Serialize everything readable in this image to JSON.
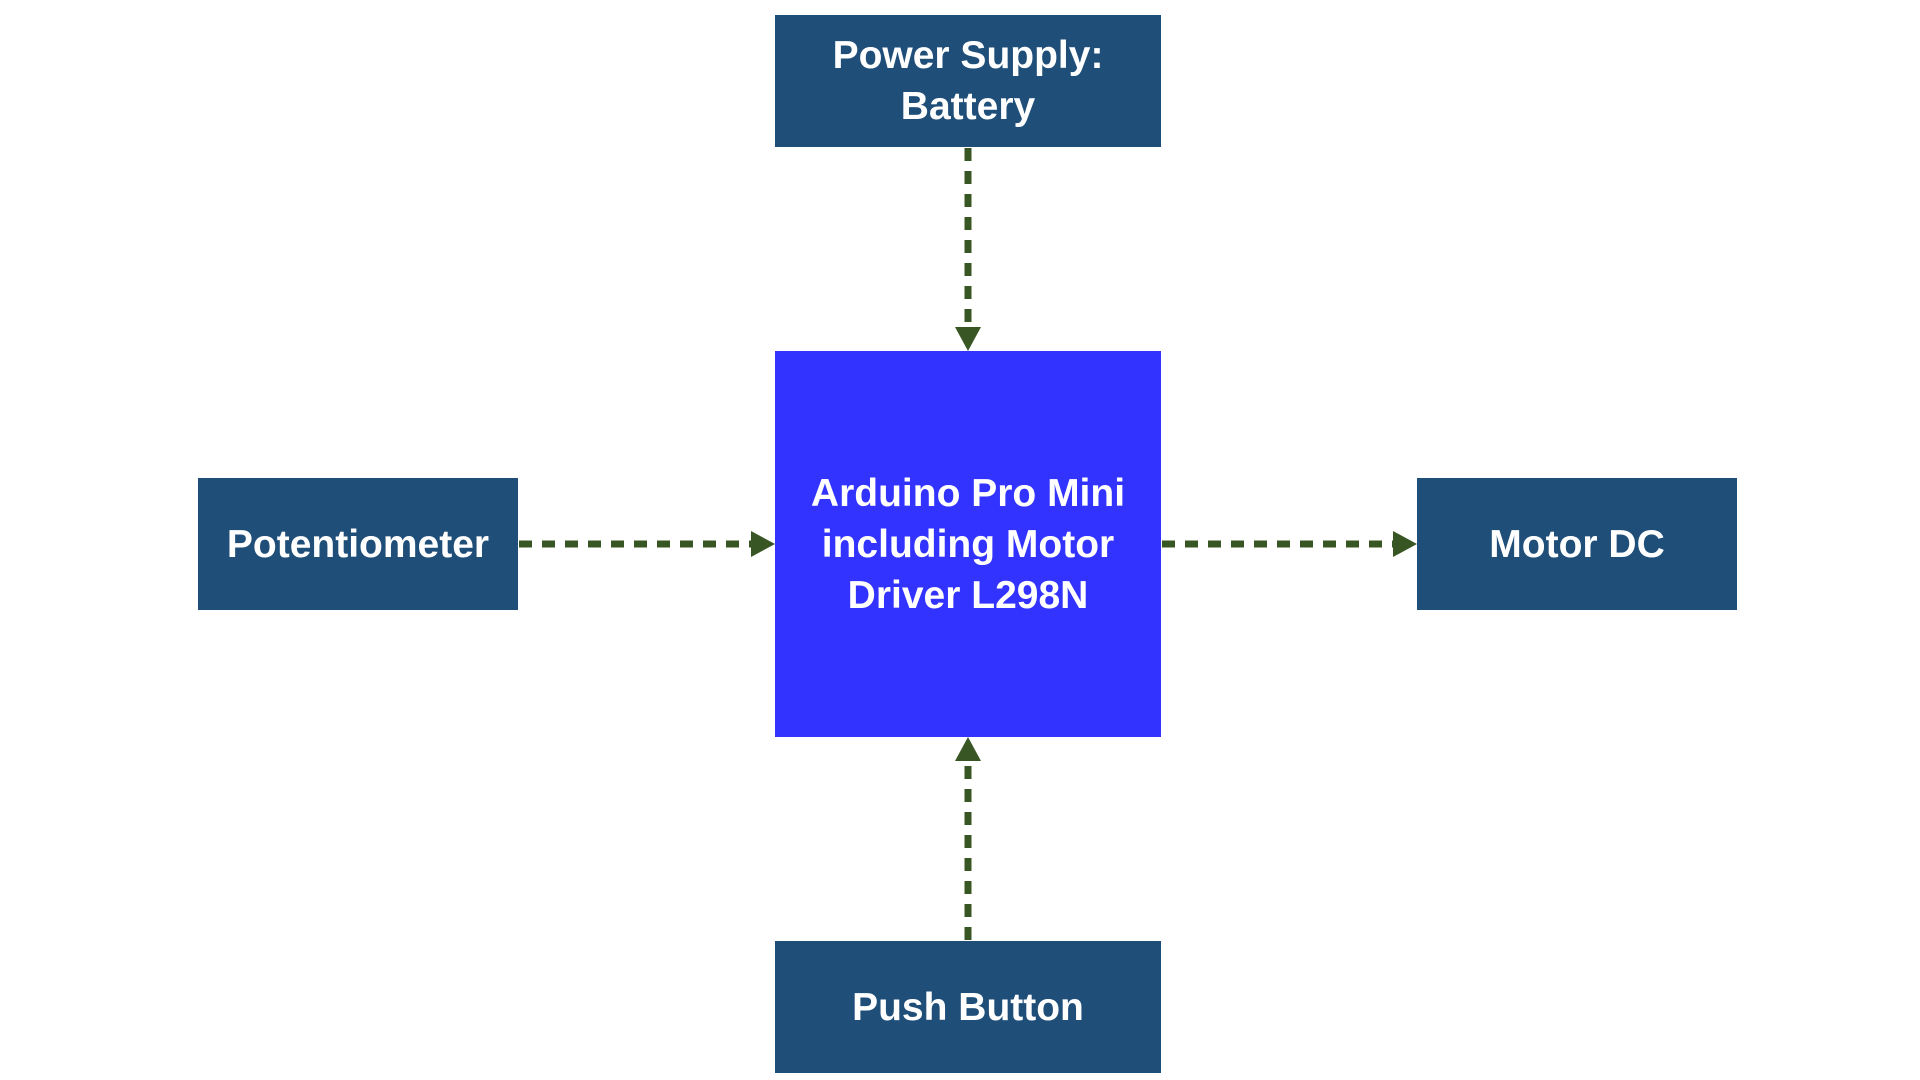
{
  "diagram": {
    "type": "block-diagram",
    "nodes": {
      "power": {
        "label": "Power Supply:\nBattery"
      },
      "arduino": {
        "label": "Arduino Pro Mini\nincluding Motor\nDriver L298N"
      },
      "potentiometer": {
        "label": "Potentiometer"
      },
      "motor": {
        "label": "Motor DC"
      },
      "button": {
        "label": "Push Button"
      }
    },
    "edges": [
      {
        "from": "power",
        "to": "arduino",
        "style": "dashed"
      },
      {
        "from": "potentiometer",
        "to": "arduino",
        "style": "dashed"
      },
      {
        "from": "arduino",
        "to": "motor",
        "style": "dashed"
      },
      {
        "from": "button",
        "to": "arduino",
        "style": "dashed"
      }
    ],
    "colors": {
      "secondary_block": "#1f4e79",
      "primary_block": "#3333ff",
      "connector": "#375623",
      "text": "#ffffff"
    }
  }
}
